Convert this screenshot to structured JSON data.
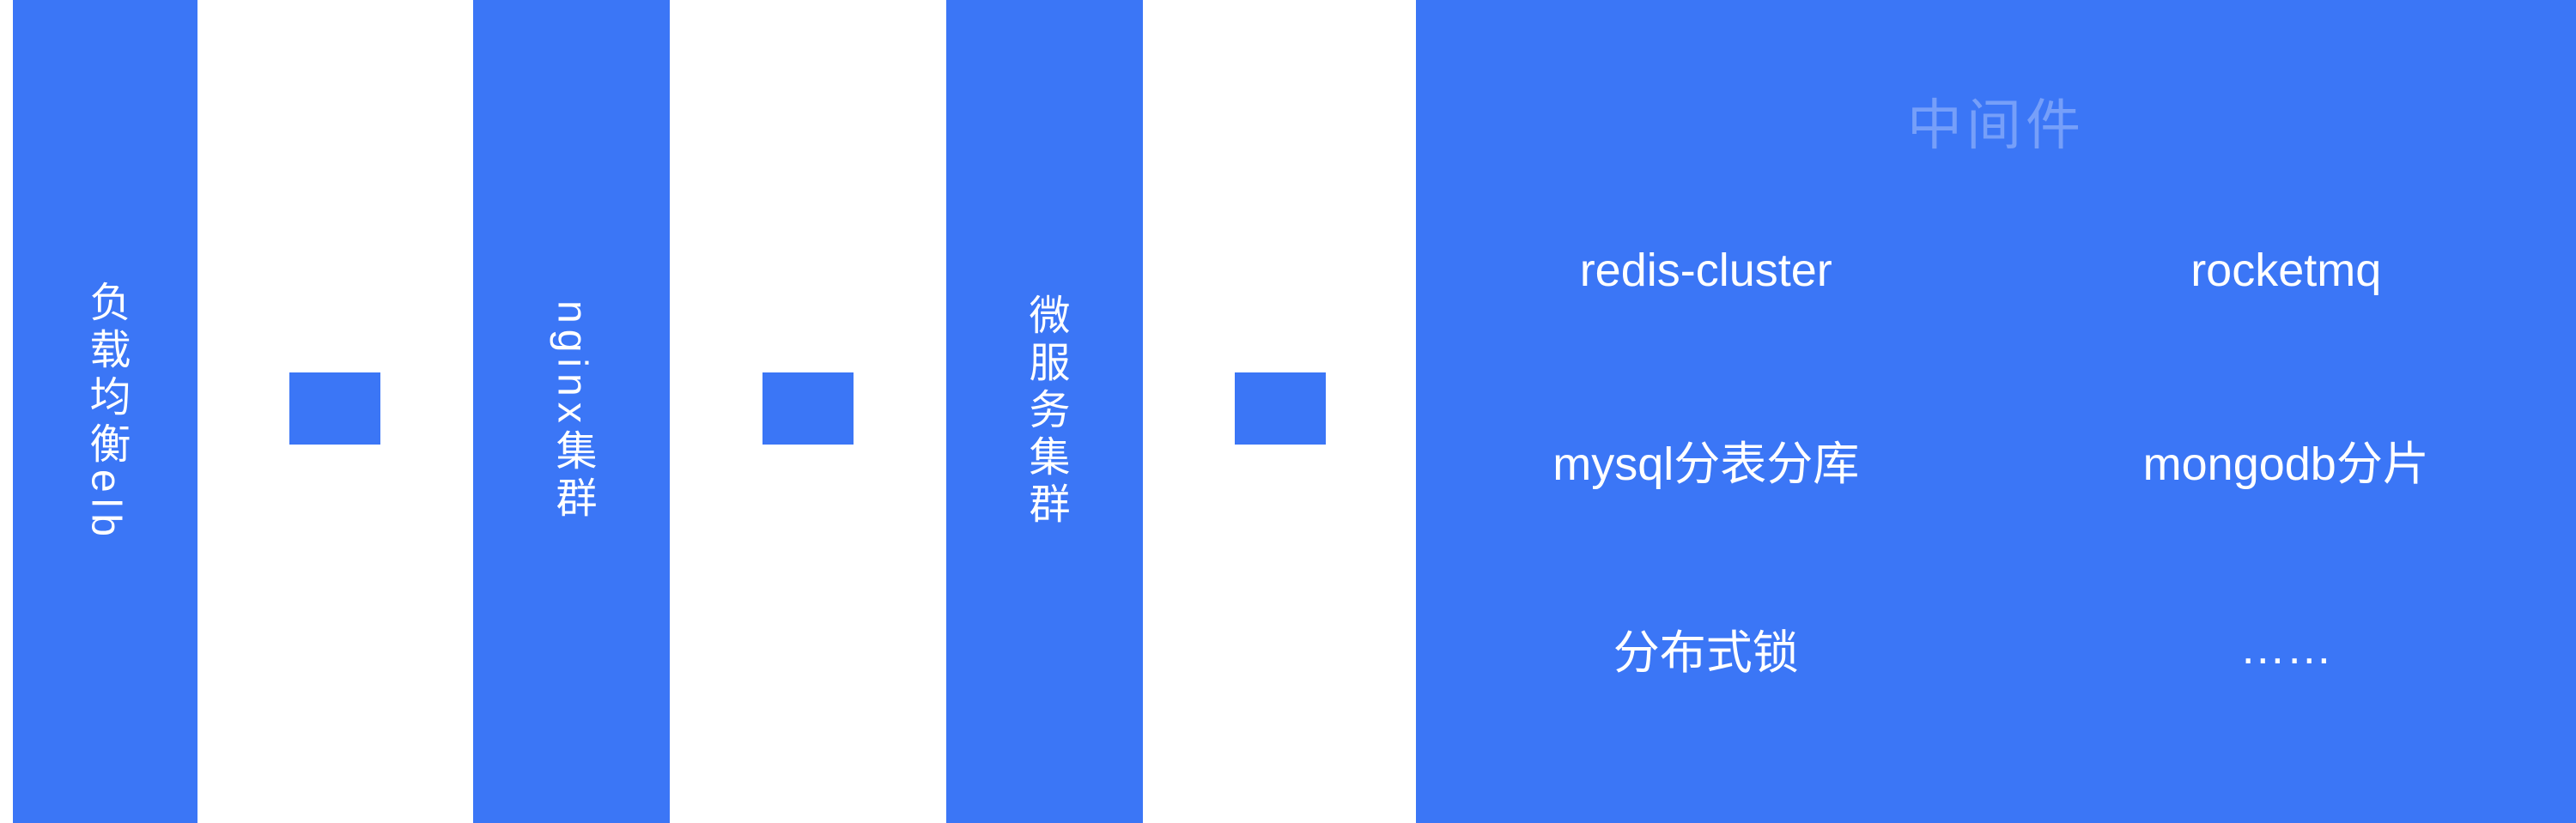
{
  "colors": {
    "primary": "#3b76f6",
    "bar_text": "#ffffff",
    "panel_title_text": "rgba(255,255,255,0.3)"
  },
  "bars": [
    {
      "label": "负载均衡elb"
    },
    {
      "label": "nginx集群"
    },
    {
      "label": "微服务集群"
    }
  ],
  "panel": {
    "title": "中间件",
    "items_left": [
      "redis-cluster",
      "mysql分表分库",
      "分布式锁"
    ],
    "items_right": [
      "rocketmq",
      "mongodb分片",
      "……"
    ]
  }
}
